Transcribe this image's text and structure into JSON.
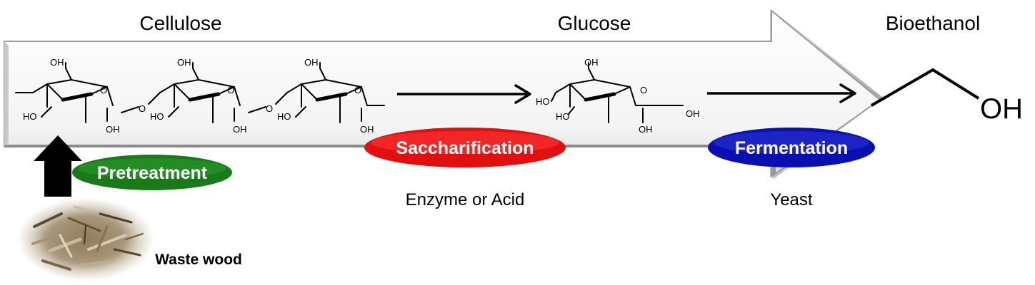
{
  "stages": {
    "cellulose": "Cellulose",
    "glucose": "Glucose",
    "bioethanol": "Bioethanol"
  },
  "steps": {
    "pretreatment": "Pretreatment",
    "saccharification": "Saccharification",
    "fermentation": "Fermentation"
  },
  "agents": {
    "saccharification": "Enzyme or Acid",
    "fermentation": "Yeast"
  },
  "feedstock": {
    "label": "Waste wood"
  },
  "ethanol": {
    "oh_label": "OH"
  },
  "chem_labels": {
    "oh": "OH",
    "ho": "HO",
    "o": "O"
  },
  "colors": {
    "pretreatment": "#1a7a1a",
    "saccharification": "#e01010",
    "fermentation": "#0a10b0",
    "big_arrow_face": "#f2f2f2",
    "big_arrow_edge": "#b0b0b0"
  }
}
